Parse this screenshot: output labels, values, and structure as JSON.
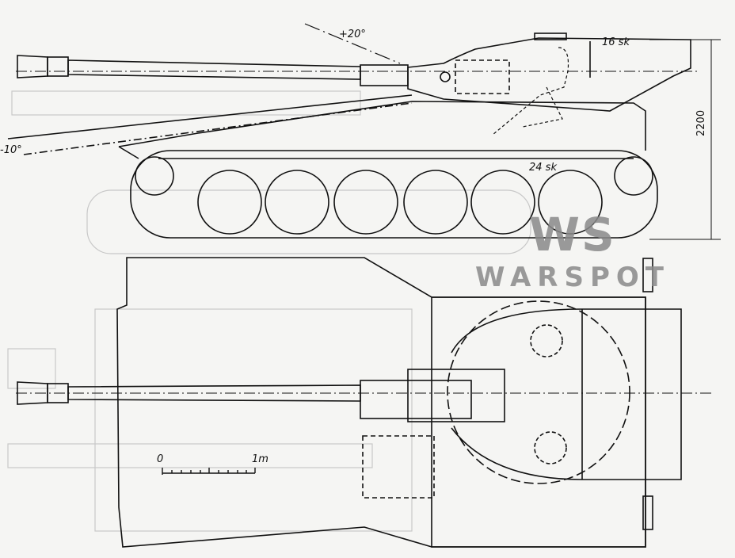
{
  "annotations": {
    "elevation": "+20°",
    "depression": "-10°",
    "ammo_turret": "16 sk",
    "ammo_hull": "24 sk",
    "height_dim": "2200",
    "scale_start": "0",
    "scale_end": "1m"
  },
  "watermark": {
    "logo": "WS",
    "name": "WARSPOT"
  }
}
